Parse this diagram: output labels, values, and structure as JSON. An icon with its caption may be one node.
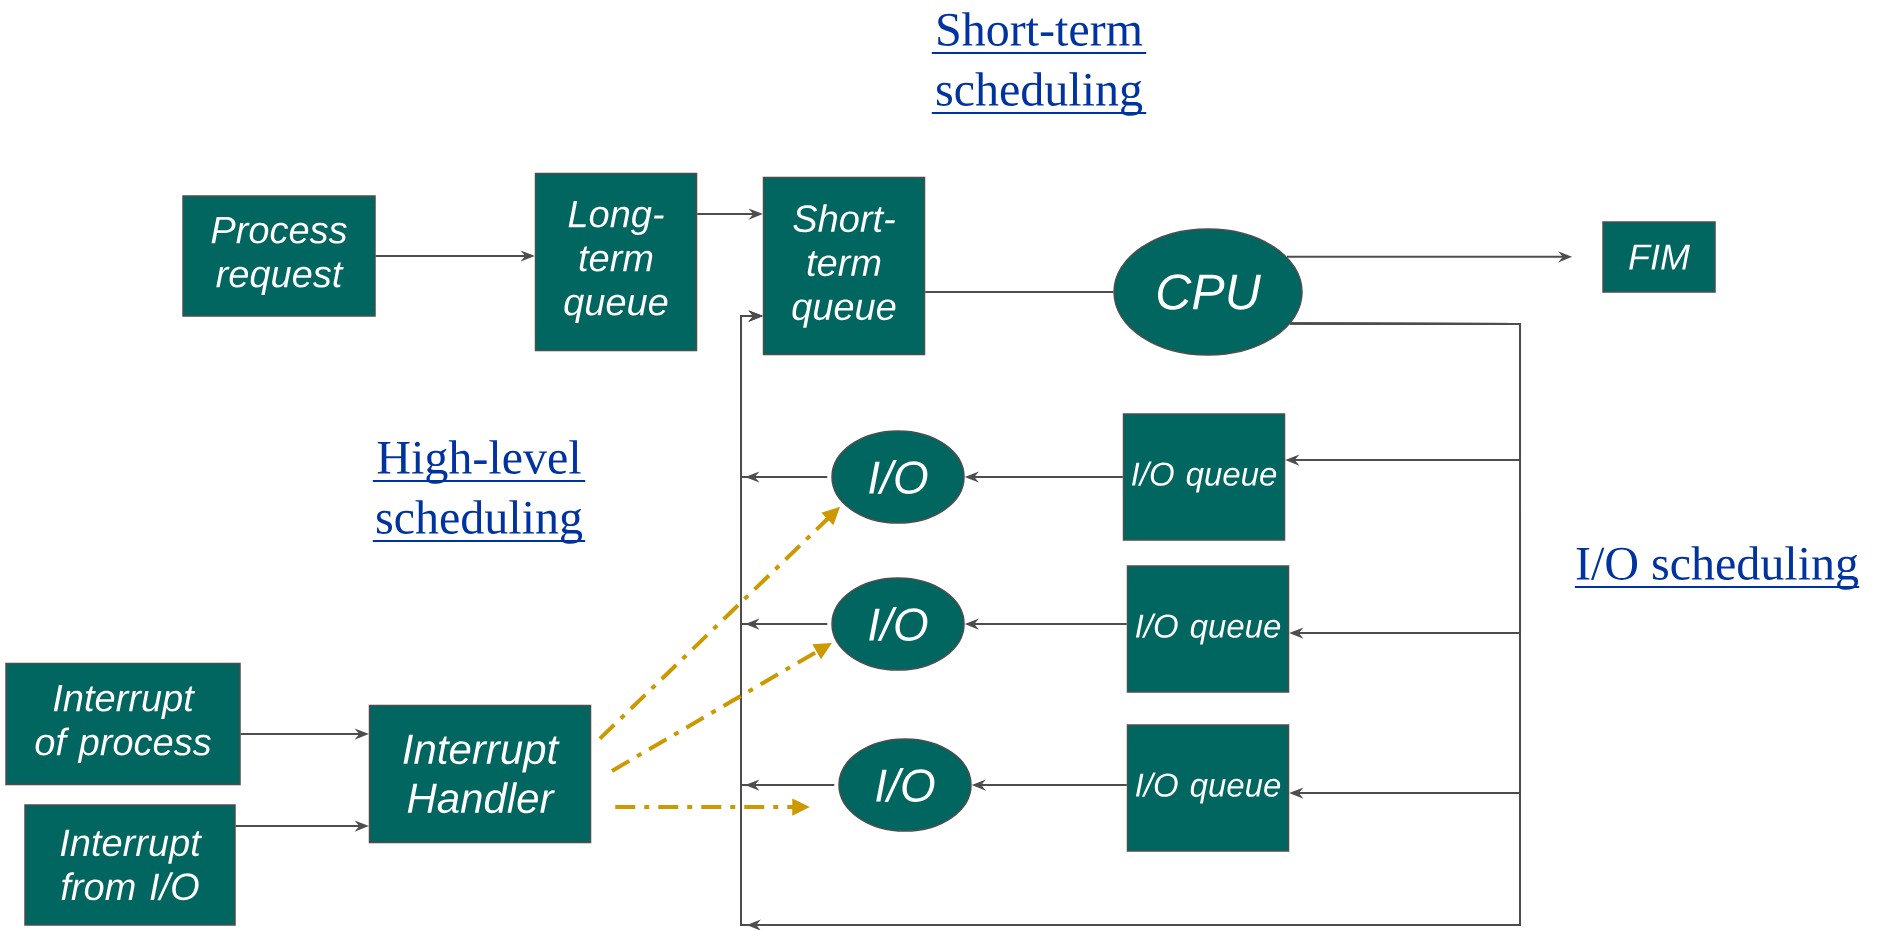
{
  "diagram": {
    "nodes": [
      {
        "text": [
          "Process request"
        ]
      },
      {
        "text": [
          "Long-term queue"
        ]
      },
      {
        "text": [
          "Short-term queue"
        ]
      },
      {
        "text": [
          "CPU"
        ]
      },
      {
        "text": [
          "FIM"
        ]
      },
      {
        "text": [
          "I/O queue"
        ]
      },
      {
        "text": [
          "I/O"
        ]
      },
      {
        "text": [
          "I/O queue"
        ]
      },
      {
        "text": [
          "I/O"
        ]
      },
      {
        "text": [
          "I/O queue"
        ]
      },
      {
        "text": [
          "I/O"
        ]
      },
      {
        "text": [
          "Interrupt of process"
        ]
      },
      {
        "text": [
          "Interrupt from I/O"
        ]
      },
      {
        "text": [
          "Interrupt Handler"
        ]
      }
    ],
    "edges": [
      {
        "from": 0,
        "to": 1,
        "arrow": "to"
      },
      {
        "from": 1,
        "to": 2,
        "arrow": "to"
      },
      {
        "from": 2,
        "to": 3,
        "arrow": "none"
      },
      {
        "from": 3,
        "to": 4,
        "arrow": "to"
      },
      {
        "from": 3,
        "to": 5,
        "arrow": "to"
      },
      {
        "from": 3,
        "to": 7,
        "arrow": "to"
      },
      {
        "from": 3,
        "to": 9,
        "arrow": "to"
      },
      {
        "from": 3,
        "to": 2,
        "arrow": "to"
      },
      {
        "from": 5,
        "to": 6,
        "arrow": "to"
      },
      {
        "from": 7,
        "to": 8,
        "arrow": "to"
      },
      {
        "from": 9,
        "to": 10,
        "arrow": "to"
      },
      {
        "from": 6,
        "to": 2,
        "arrow": "to"
      },
      {
        "from": 8,
        "to": 2,
        "arrow": "to"
      },
      {
        "from": 10,
        "to": 2,
        "arrow": "to"
      },
      {
        "from": 11,
        "to": 13,
        "arrow": "to"
      },
      {
        "from": 12,
        "to": 13,
        "arrow": "to"
      },
      {
        "from": 13,
        "to": 6,
        "arrow": "to",
        "style": "dashed",
        "color": "#cc9900"
      },
      {
        "from": 13,
        "to": 8,
        "arrow": "to",
        "style": "dashed",
        "color": "#cc9900"
      },
      {
        "from": 13,
        "to": 10,
        "arrow": "to",
        "style": "dashed",
        "color": "#cc9900"
      }
    ],
    "labels": [
      "Short-term scheduling",
      "High-level scheduling",
      "I/O scheduling"
    ]
  }
}
